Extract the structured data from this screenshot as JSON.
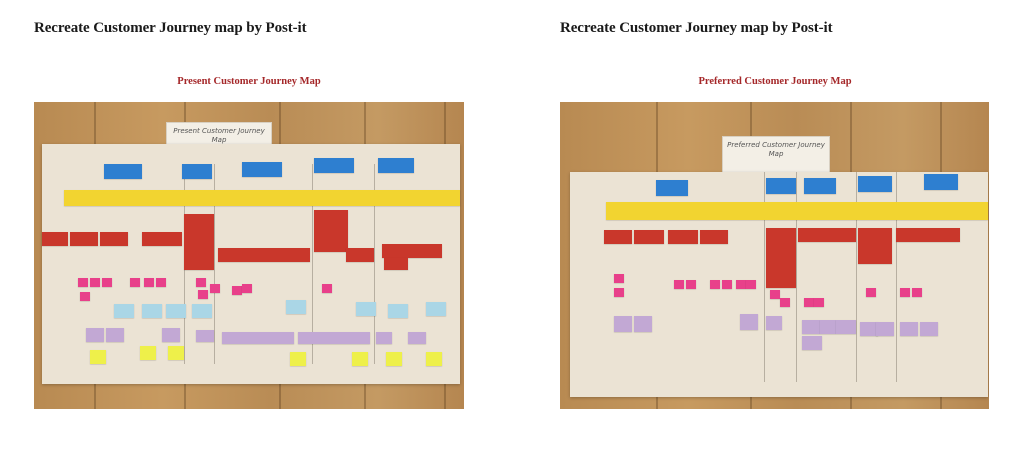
{
  "left": {
    "heading": "Recreate Customer Journey map by Post-it",
    "subtitle": "Present Customer Journey Map",
    "photo_card": "Present Customer Journey Map"
  },
  "right": {
    "heading": "Recreate Customer Journey map by Post-it",
    "subtitle": "Preferred Customer Journey Map",
    "photo_card": "Preferred Customer Journey Map"
  },
  "colors": {
    "subtitle": "#a5282a",
    "heading": "#1a1a1a",
    "blue_note": "#2e7fd0",
    "yellow_note": "#f2d430",
    "red_note": "#c9372b",
    "pink_note": "#e8408a",
    "lightblue_note": "#aad6e6",
    "lavender_note": "#c2a8d4",
    "lightyellow_note": "#eef04a"
  }
}
